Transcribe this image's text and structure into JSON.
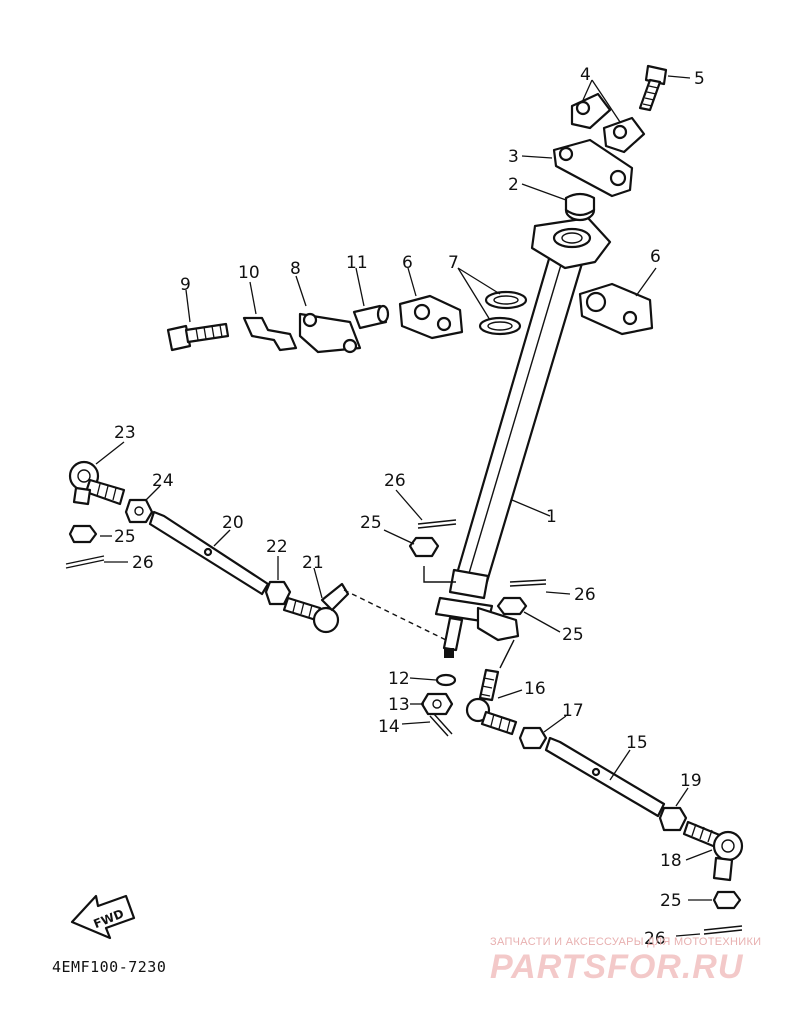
{
  "diagram": {
    "drawing_code": "4EMF100-7230",
    "fwd_label": "FWD",
    "callouts": [
      {
        "id": "c1",
        "label": "1"
      },
      {
        "id": "c2",
        "label": "2"
      },
      {
        "id": "c3",
        "label": "3"
      },
      {
        "id": "c4",
        "label": "4"
      },
      {
        "id": "c5",
        "label": "5"
      },
      {
        "id": "c6a",
        "label": "6"
      },
      {
        "id": "c6b",
        "label": "6"
      },
      {
        "id": "c7",
        "label": "7"
      },
      {
        "id": "c8",
        "label": "8"
      },
      {
        "id": "c9",
        "label": "9"
      },
      {
        "id": "c10",
        "label": "10"
      },
      {
        "id": "c11",
        "label": "11"
      },
      {
        "id": "c12",
        "label": "12"
      },
      {
        "id": "c13",
        "label": "13"
      },
      {
        "id": "c14",
        "label": "14"
      },
      {
        "id": "c15",
        "label": "15"
      },
      {
        "id": "c16",
        "label": "16"
      },
      {
        "id": "c17",
        "label": "17"
      },
      {
        "id": "c18",
        "label": "18"
      },
      {
        "id": "c19",
        "label": "19"
      },
      {
        "id": "c20",
        "label": "20"
      },
      {
        "id": "c21",
        "label": "21"
      },
      {
        "id": "c22",
        "label": "22"
      },
      {
        "id": "c23",
        "label": "23"
      },
      {
        "id": "c24",
        "label": "24"
      },
      {
        "id": "c25a",
        "label": "25"
      },
      {
        "id": "c25b",
        "label": "25"
      },
      {
        "id": "c25c",
        "label": "25"
      },
      {
        "id": "c25d",
        "label": "25"
      },
      {
        "id": "c26a",
        "label": "26"
      },
      {
        "id": "c26b",
        "label": "26"
      },
      {
        "id": "c26c",
        "label": "26"
      },
      {
        "id": "c26d",
        "label": "26"
      }
    ]
  },
  "watermark": {
    "tagline": "ЗАПЧАСТИ И АКСЕССУАРЫ ДЛЯ МОТОТЕХНИКИ",
    "logo_text": "PARTSFOR.RU",
    "color": "#f3c9c9"
  }
}
